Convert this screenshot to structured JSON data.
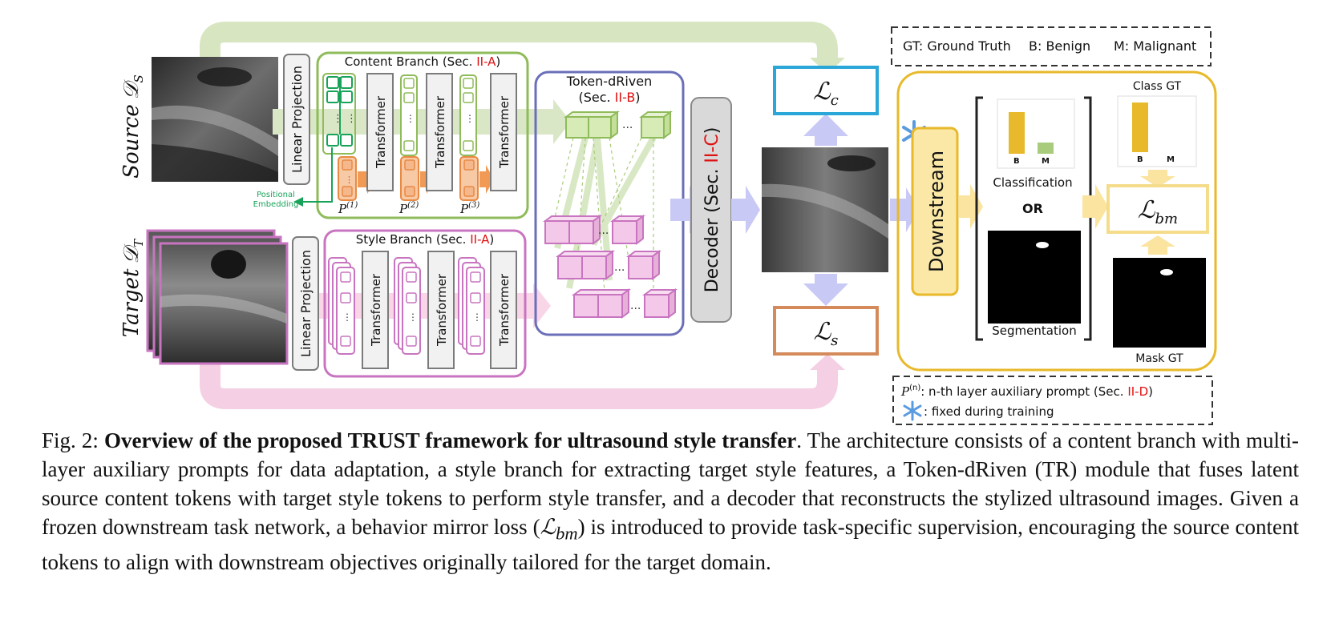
{
  "diagram": {
    "source_label": "Source",
    "source_symbol": "𝒟",
    "source_sub": "S",
    "target_label": "Target",
    "target_symbol": "𝒟",
    "target_sub": "T",
    "linear_projection": "Linear Projection",
    "content_branch": {
      "prefix": "Content Branch (Sec. ",
      "ref": "II-A",
      "suffix": ")"
    },
    "style_branch": {
      "prefix": "Style Branch (Sec. ",
      "ref": "II-A",
      "suffix": ")"
    },
    "transformer": "Transformer",
    "positional_embedding": [
      "Positional",
      "Embedding"
    ],
    "prompts": [
      {
        "base": "P",
        "sup": "(1)"
      },
      {
        "base": "P",
        "sup": "(2)"
      },
      {
        "base": "P",
        "sup": "(3)"
      }
    ],
    "token_driven": {
      "title": "Token-dRiven",
      "prefix": "(Sec. ",
      "ref": "II-B",
      "suffix": ")"
    },
    "decoder": {
      "prefix": "Decoder (Sec. ",
      "ref": "II-C",
      "suffix": ")"
    },
    "ellipsis": "...",
    "vdots": "⋮",
    "loss_content": {
      "base": "ℒ",
      "sub": "c"
    },
    "loss_style": {
      "base": "ℒ",
      "sub": "s"
    },
    "loss_bm": {
      "base": "ℒ",
      "sub": "bm"
    },
    "downstream": "Downstream",
    "classification": "Classification",
    "or_label": "OR",
    "segmentation": "Segmentation",
    "class_gt": "Class GT",
    "mask_gt": "Mask GT",
    "bar_b": "B",
    "bar_m": "M",
    "legend_top": [
      "GT: Ground Truth",
      "B: Benign",
      "M: Malignant"
    ],
    "legend_bottom": {
      "prompt_base": "P",
      "prompt_sup": "(n)",
      "prompt_text": ": n-th layer auxiliary prompt (Sec. ",
      "prompt_ref": "II-D",
      "prompt_end": ")",
      "fixed_text": ": fixed during training"
    }
  },
  "caption": {
    "fig_label": "Fig. 2: ",
    "title": "Overview of the proposed TRUST framework for ultrasound style transfer",
    "body_1": ". The architecture consists of a content branch with multi-layer auxiliary prompts for data adaptation, a style branch for extracting target style features, a Token-dRiven (TR) module that fuses latent source content tokens with target style tokens to perform style transfer, and a decoder that reconstructs the stylized ultrasound images. Given a frozen downstream task network, a behavior mirror loss (",
    "loss_base": "ℒ",
    "loss_sub": "bm",
    "body_2": ") is introduced to provide task-specific supervision, encouraging the source content tokens to align with downstream objectives originally tailored for the target domain."
  },
  "colors": {
    "content_green": "#8fbb5a",
    "style_pink": "#c874c0",
    "token_blue": "#6a6fb8",
    "loss_c_cyan": "#2aa7d8",
    "loss_s_orange": "#d58a5c",
    "downstream_yellow": "#e8b92a",
    "reference_red": "#e01010",
    "embedding_green": "#19a35a",
    "snowflake_blue": "#5a9be0"
  }
}
